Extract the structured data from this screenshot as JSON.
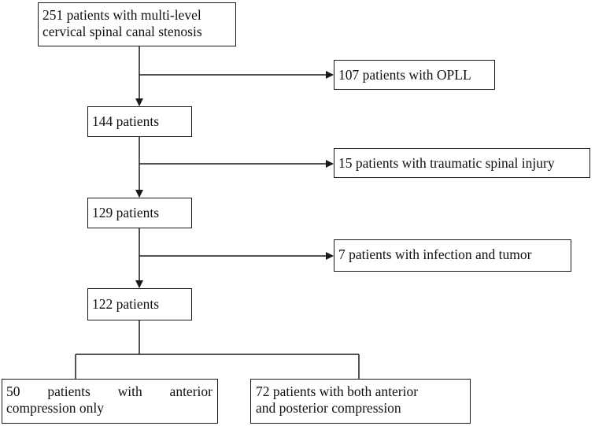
{
  "flowchart": {
    "start": {
      "lines": [
        "251 patients with multi-level",
        "cervical spinal canal stenosis"
      ]
    },
    "exclusions": [
      {
        "label": "107 patients with OPLL"
      },
      {
        "label": "15 patients with traumatic spinal injury"
      },
      {
        "label": "7 patients with infection and tumor"
      }
    ],
    "steps": [
      {
        "label": "144 patients"
      },
      {
        "label": "129 patients"
      },
      {
        "label": "122 patients"
      }
    ],
    "groups": [
      {
        "lines": [
          "50 patients with anterior",
          "compression only"
        ]
      },
      {
        "lines": [
          "72 patients with both anterior",
          "and posterior compression"
        ]
      }
    ]
  },
  "colors": {
    "line": "#1a1a1a",
    "box_border": "#1a1a1a",
    "background": "#ffffff",
    "text": "#111111"
  }
}
